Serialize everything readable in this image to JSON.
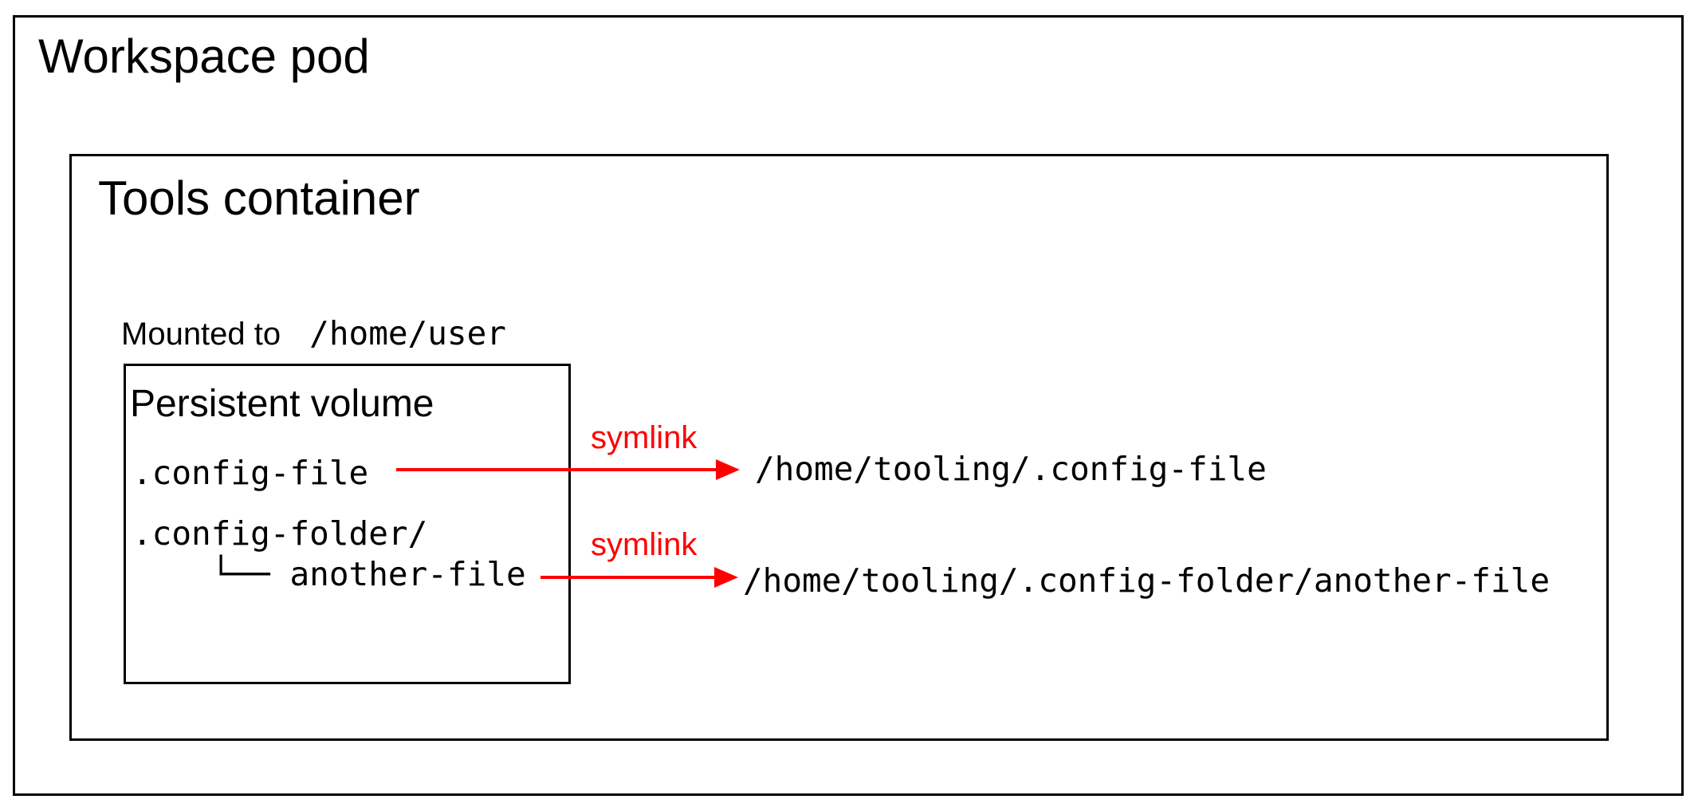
{
  "colors": {
    "accent_red": "#ff0000",
    "line_black": "#000000",
    "background": "#ffffff"
  },
  "workspace_pod": {
    "label": "Workspace pod"
  },
  "tools_container": {
    "label": "Tools container"
  },
  "mount": {
    "text": "Mounted to",
    "path": "/home/user"
  },
  "persistent_volume": {
    "label": "Persistent volume",
    "file1": ".config-file",
    "folder": ".config-folder/",
    "folder_child": "    └── another-file"
  },
  "symlink1": {
    "label": "symlink",
    "target": "/home/tooling/.config-file"
  },
  "symlink2": {
    "label": "symlink",
    "target": "/home/tooling/.config-folder/another-file"
  }
}
